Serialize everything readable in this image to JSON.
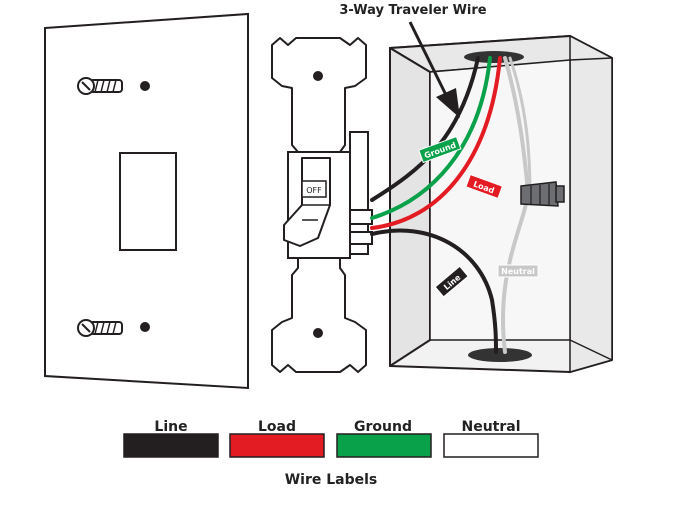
{
  "diagram": {
    "callout": "3-Way Traveler Wire",
    "switch_state": "OFF",
    "wire_tags": {
      "ground": "Ground",
      "load": "Load",
      "line": "Line",
      "neutral": "Neutral"
    },
    "legend_title": "Wire Labels",
    "legend": [
      {
        "label": "Line",
        "color": "#231f20"
      },
      {
        "label": "Load",
        "color": "#e31b23"
      },
      {
        "label": "Ground",
        "color": "#0aa14b"
      },
      {
        "label": "Neutral",
        "color": "#ffffff"
      }
    ]
  }
}
